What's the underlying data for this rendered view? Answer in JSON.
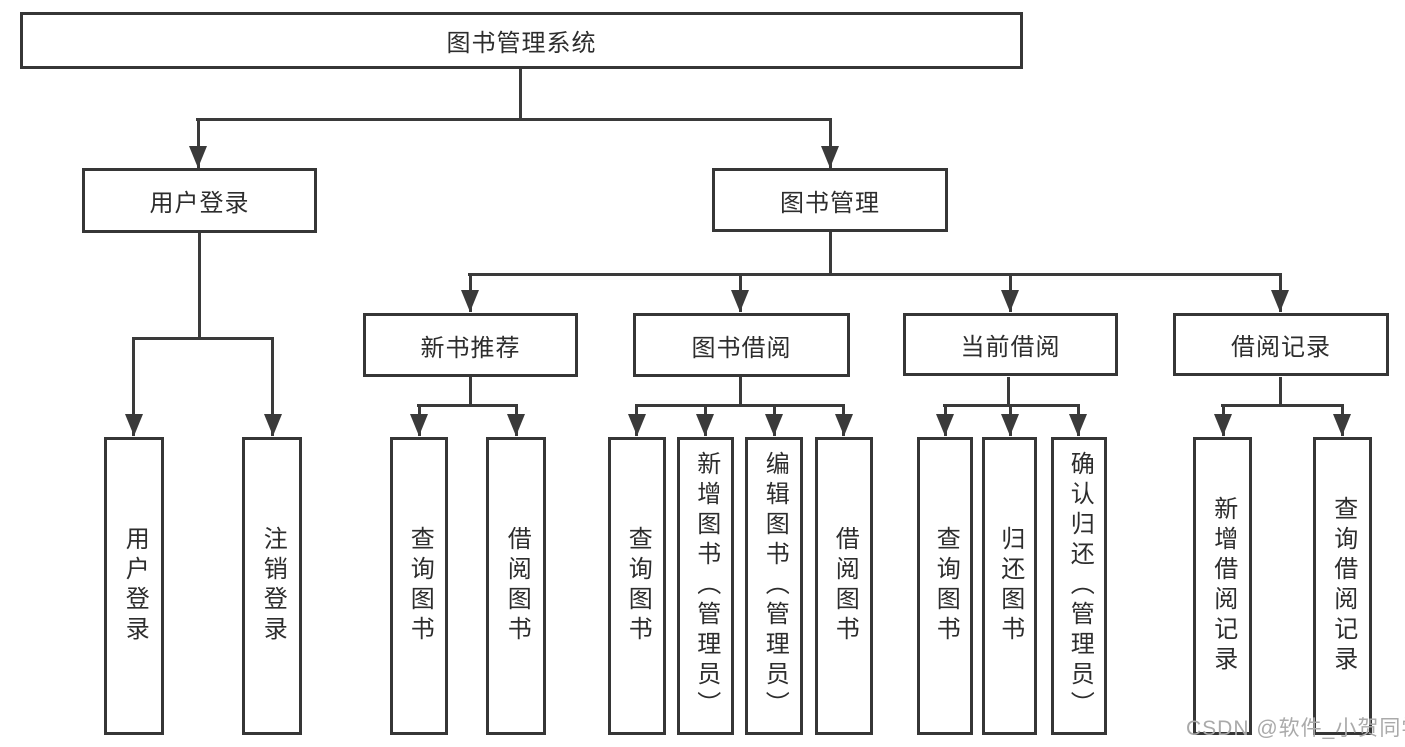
{
  "title": "图书管理系统",
  "tree": {
    "root": "图书管理系统",
    "level2": [
      "用户登录",
      "图书管理"
    ],
    "level3": [
      "新书推荐",
      "图书借阅",
      "当前借阅",
      "借阅记录"
    ],
    "leaves": {
      "user_login": [
        "用户登录",
        "注销登录"
      ],
      "new_book": [
        "查询图书",
        "借阅图书"
      ],
      "book_borrow": [
        "查询图书",
        "新增图书（管理员）",
        "编辑图书（管理员）",
        "借阅图书"
      ],
      "current_borrow": [
        "查询图书",
        "归还图书",
        "确认归还（管理员）"
      ],
      "borrow_records": [
        "新增借阅记录",
        "查询借阅记录"
      ]
    }
  },
  "watermark": "CSDN @软件_小贺同学",
  "colors": {
    "line": "#3a3a3a",
    "border": "#363636",
    "text": "#2d2d2d",
    "background": "#ffffff",
    "watermark": "#aaaaaa"
  }
}
